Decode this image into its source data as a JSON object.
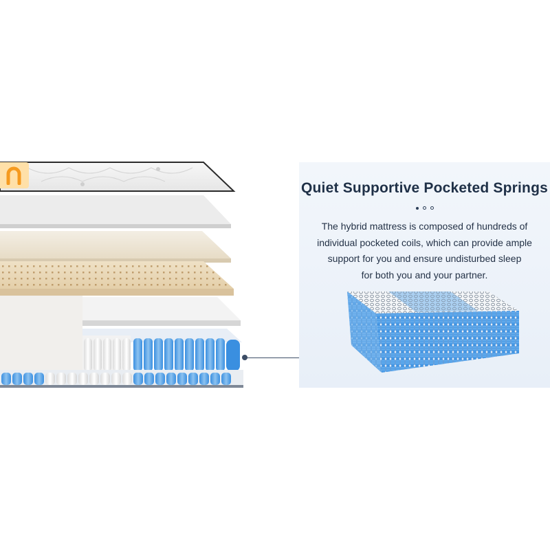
{
  "panel": {
    "title": "Quiet Supportive Pocketed Springs",
    "description_lines": [
      "The hybrid mattress is composed of hundreds of",
      "individual pocketed coils, which can provide ample",
      "support for you and ensure undisturbed sleep",
      "for both you and your partner."
    ]
  },
  "colors": {
    "coil_blue": "#3e95e6",
    "coil_light_blue": "#8fc4f2",
    "foam_beige": "#efe3cc",
    "latex_beige": "#e9d7b8",
    "panel_bg": "#eef3fa",
    "title_navy": "#1f3047",
    "badge_orange": "#f59a1f"
  },
  "icons": {
    "badge": "arch-logo-icon",
    "indicator": "carousel-dots-icon"
  }
}
